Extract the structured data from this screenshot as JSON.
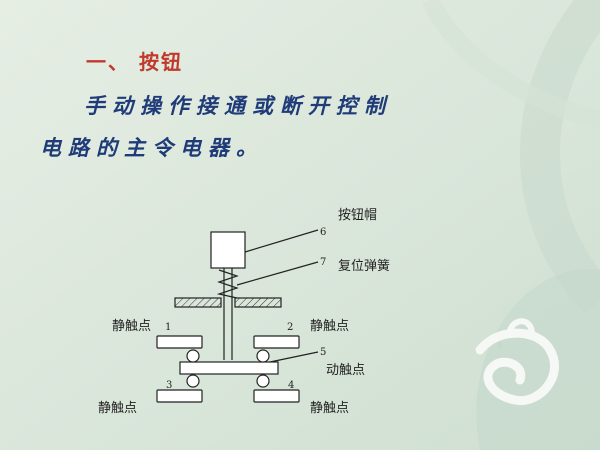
{
  "heading": "一、 按钮",
  "description": {
    "line1": "手动操作接通或断开控制",
    "line2": "电路的主令电器。"
  },
  "diagram": {
    "labels": {
      "cap": "按钮帽",
      "spring": "复位弹簧",
      "static_top_left": "静触点",
      "static_top_right": "静触点",
      "moving": "动触点",
      "static_bottom_left": "静触点",
      "static_bottom_right": "静触点"
    },
    "numbers": {
      "n1": "1",
      "n2": "2",
      "n3": "3",
      "n4": "4",
      "n5": "5",
      "n6": "6",
      "n7": "7"
    }
  },
  "colors": {
    "background": "#dfe9df",
    "heading": "#c0392b",
    "body_text": "#1f3c78"
  }
}
